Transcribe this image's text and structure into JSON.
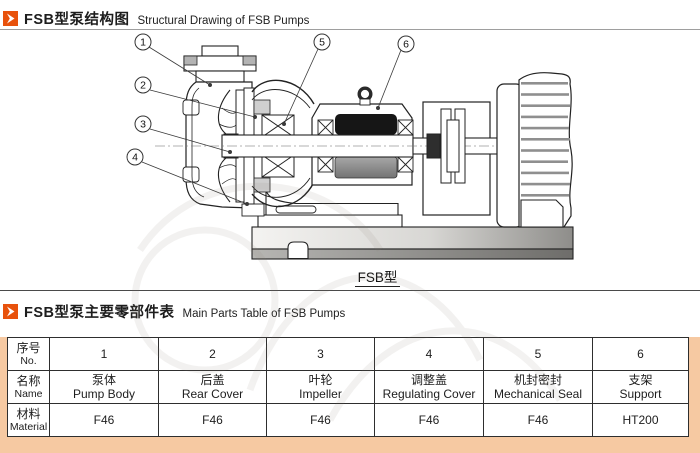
{
  "page": {
    "accent_color": "#e8520c",
    "panel_color": "#f6c9a2"
  },
  "section1": {
    "title_zh": "FSB型泵结构图",
    "title_en": "Structural Drawing of FSB Pumps"
  },
  "drawing": {
    "caption": "FSB型",
    "callouts": {
      "c1": "1",
      "c2": "2",
      "c3": "3",
      "c4": "4",
      "c5": "5",
      "c6": "6"
    }
  },
  "section2": {
    "title_zh": "FSB型泵主要零部件表",
    "title_en": "Main Parts Table of FSB Pumps"
  },
  "parts_table": {
    "row_headers": {
      "no": {
        "zh": "序号",
        "en": "No."
      },
      "name": {
        "zh": "名称",
        "en": "Name"
      },
      "material": {
        "zh": "材料",
        "en": "Material"
      }
    },
    "numbers": [
      "1",
      "2",
      "3",
      "4",
      "5",
      "6"
    ],
    "names": [
      {
        "zh": "泵体",
        "en": "Pump Body"
      },
      {
        "zh": "后盖",
        "en": "Rear Cover"
      },
      {
        "zh": "叶轮",
        "en": "Impeller"
      },
      {
        "zh": "调整盖",
        "en": "Regulating Cover"
      },
      {
        "zh": "机封密封",
        "en": "Mechanical Seal"
      },
      {
        "zh": "支架",
        "en": "Support"
      }
    ],
    "materials": [
      "F46",
      "F46",
      "F46",
      "F46",
      "F46",
      "HT200"
    ]
  }
}
